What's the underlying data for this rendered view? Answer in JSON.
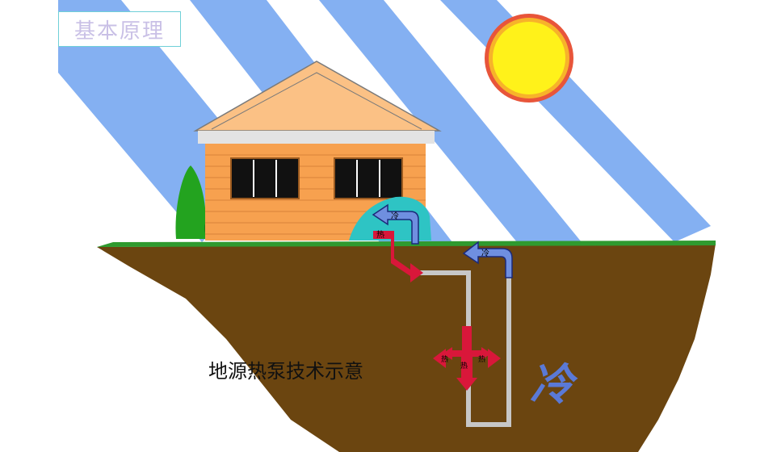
{
  "title": "基本原理",
  "caption": "地源热泵技术示意",
  "cold_label": "冷",
  "arrow_labels": {
    "house_cold": "冷",
    "house_hot": "热",
    "ground_cold": "冷",
    "ground_hot_left": "热",
    "ground_hot_center": "热",
    "ground_hot_right": "热"
  },
  "colors": {
    "sky_beam": "#84b0f2",
    "sun": "#fff21a",
    "sun_rays": "#e8553a",
    "soil": "#6b4510",
    "grass": "#2f9a2f",
    "house_wall": "#f7a14f",
    "roof": "#fbc185",
    "hot_arrow": "#d9173a",
    "cold_arrow": "#6f8fe0",
    "pipe": "#c7c7c7"
  }
}
